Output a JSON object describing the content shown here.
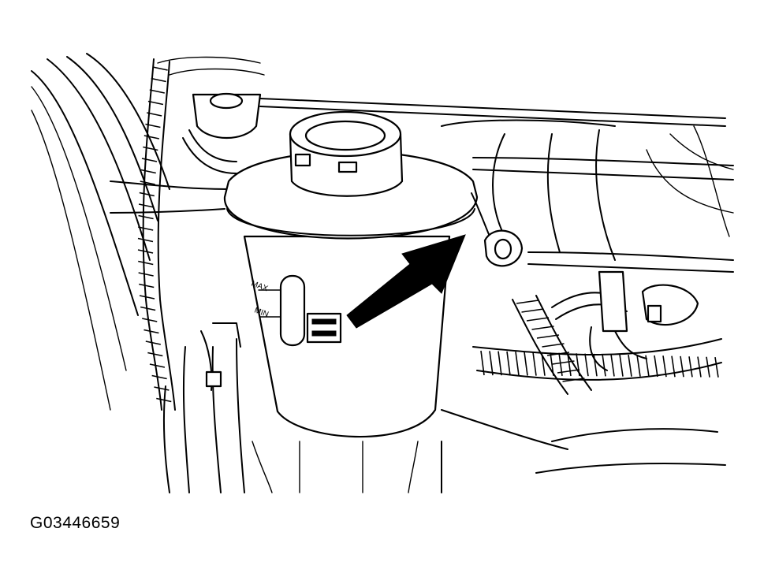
{
  "figure": {
    "id_label": "G03446659",
    "reservoir_marks": {
      "max": "MAX",
      "min": "MIN"
    }
  }
}
